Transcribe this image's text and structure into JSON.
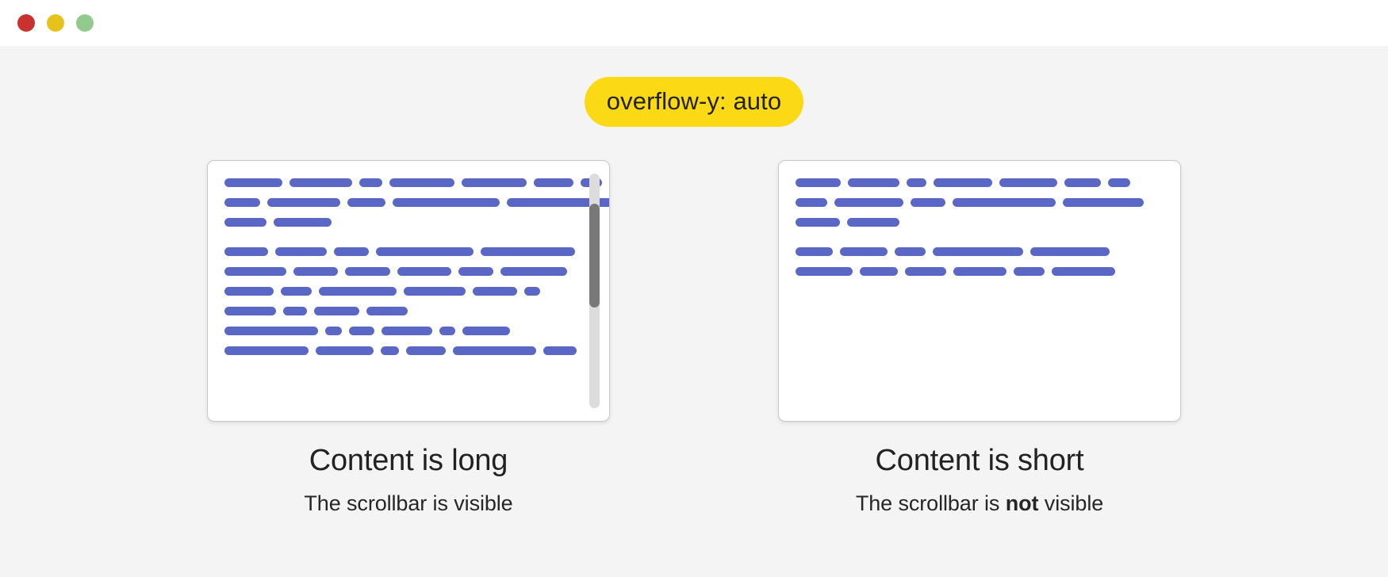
{
  "window": {
    "traffic_lights": [
      {
        "name": "close",
        "color": "#c8322f"
      },
      {
        "name": "minimize",
        "color": "#e6c31c"
      },
      {
        "name": "maximize",
        "color": "#92c98c"
      }
    ]
  },
  "badge": {
    "label": "overflow-y: auto",
    "background": "#fbd914",
    "text_color": "#24221c"
  },
  "theme": {
    "page_background": "#f4f4f4",
    "titlebar_background": "#ffffff",
    "card_background": "#ffffff",
    "card_border": "#c9c9c9",
    "skeleton_color": "#5b67c5",
    "scrollbar_track": "#dcdcdc",
    "scrollbar_thumb": "#787878",
    "caption_color": "#222222"
  },
  "panels": [
    {
      "id": "long-content",
      "scrollbar_visible": true,
      "scrollbar": {
        "thumb_top_pct": 13,
        "thumb_height_pct": 44
      },
      "caption_title": "Content is long",
      "caption_sub_prefix": "The scrollbar is ",
      "caption_sub_emphasis": "",
      "caption_sub_suffix": "visible",
      "paragraphs": [
        [
          [
            73,
            79,
            29,
            82,
            82,
            50,
            27
          ],
          [
            45,
            92,
            48,
            135,
            165
          ],
          [
            53,
            73
          ]
        ],
        [
          [
            55,
            65,
            44,
            123,
            119
          ],
          [
            78,
            56,
            57,
            68,
            44,
            84
          ],
          [
            62,
            39,
            98,
            78,
            56,
            20
          ],
          [
            65,
            30,
            57,
            52
          ],
          [
            118,
            21,
            32,
            64,
            20,
            60
          ],
          [
            106,
            73,
            23,
            50,
            105,
            42
          ]
        ]
      ]
    },
    {
      "id": "short-content",
      "scrollbar_visible": false,
      "caption_title": "Content is short",
      "caption_sub_prefix": "The scrollbar is ",
      "caption_sub_emphasis": "not",
      "caption_sub_suffix": " visible",
      "paragraphs": [
        [
          [
            57,
            65,
            25,
            74,
            73,
            46,
            28
          ],
          [
            40,
            87,
            44,
            130,
            102
          ],
          [
            56,
            66
          ]
        ],
        [
          [
            47,
            60,
            39,
            114,
            100
          ],
          [
            72,
            48,
            52,
            67,
            39,
            80
          ]
        ]
      ]
    }
  ]
}
